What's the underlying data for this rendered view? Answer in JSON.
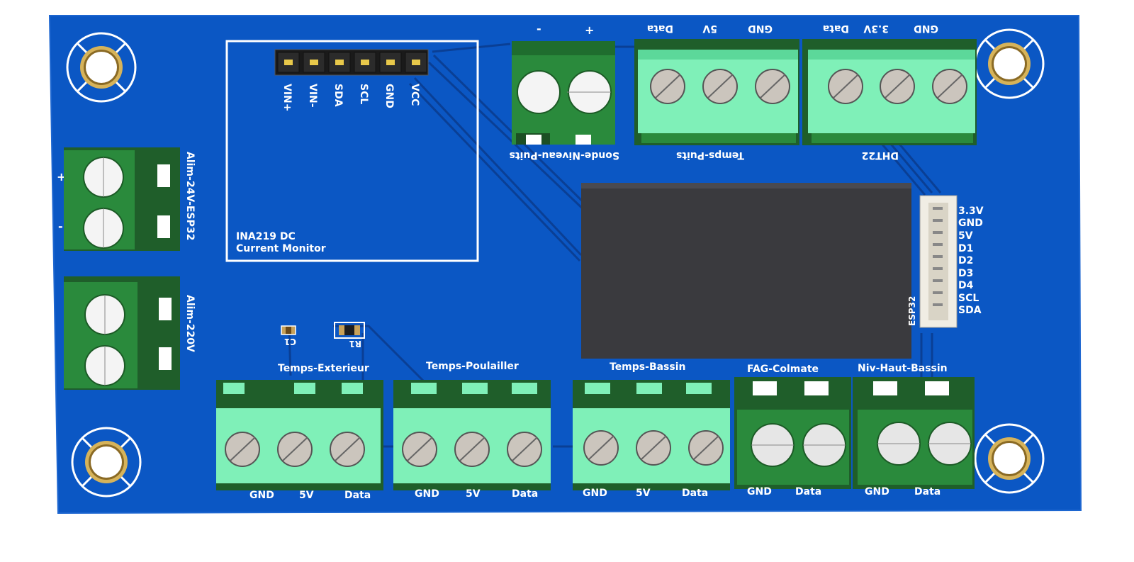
{
  "colors": {
    "board": "#0b57c4",
    "board_edge": "#2a6fd6",
    "trace": "#0a3f95",
    "terminal_light": "#7ff0b8",
    "terminal_dark": "#2a8a3c",
    "terminal_shadow": "#1f5e2a",
    "module": "#3a3a3e"
  },
  "ina219": {
    "title_line1": "INA219 DC",
    "title_line2": "Current Monitor",
    "pins": [
      "VIN+",
      "VIN-",
      "SDA",
      "SCL",
      "GND",
      "VCC"
    ]
  },
  "top_connectors": {
    "sonde": {
      "label": "Sonde-Niveau-Puits",
      "pins": [
        "-",
        "+"
      ]
    },
    "temps_puits": {
      "label": "Temps-Puits",
      "pins": [
        "Data",
        "5V",
        "GND"
      ]
    },
    "dht22": {
      "label": "DHT22",
      "pins": [
        "Data",
        "3.3V",
        "GND"
      ]
    }
  },
  "left_connectors": {
    "alim24": {
      "label": "Alim-24V-ESP32",
      "pins": [
        "+",
        "-"
      ]
    },
    "alim220": {
      "label": "Alim-220V",
      "pins": [
        "~",
        "~"
      ]
    }
  },
  "esp32": {
    "label": "ESP32",
    "pins": [
      "3.3V",
      "GND",
      "5V",
      "D1",
      "D2",
      "D3",
      "D4",
      "SCL",
      "SDA"
    ]
  },
  "components": {
    "c1": "C1",
    "r1": "R1"
  },
  "bottom_connectors": {
    "temps_exterieur": {
      "label": "Temps-Exterieur",
      "pins": [
        "GND",
        "5V",
        "Data"
      ]
    },
    "temps_poulailler": {
      "label": "Temps-Poulailler",
      "pins": [
        "GND",
        "5V",
        "Data"
      ]
    },
    "temps_bassin": {
      "label": "Temps-Bassin",
      "pins": [
        "GND",
        "5V",
        "Data"
      ]
    },
    "fag_colmate": {
      "label": "FAG-Colmate",
      "pins": [
        "GND",
        "Data"
      ]
    },
    "niv_haut_bassin": {
      "label": "Niv-Haut-Bassin",
      "pins": [
        "GND",
        "Data"
      ]
    }
  }
}
